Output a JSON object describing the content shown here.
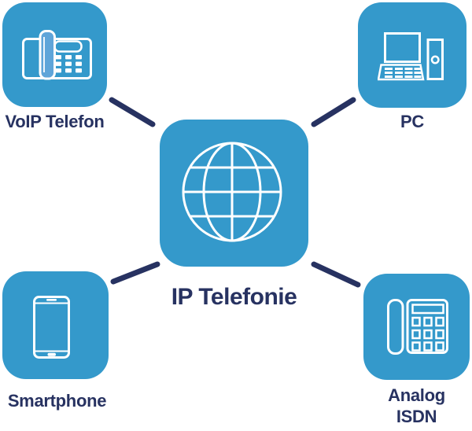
{
  "diagram": {
    "title": "IP Telefonie",
    "center": {
      "label": "IP Telefonie",
      "icon": "globe-icon"
    },
    "nodes": [
      {
        "id": "voip-telefon",
        "label": "VoIP Telefon",
        "icon": "voip-phone-icon",
        "position": "top-left"
      },
      {
        "id": "pc",
        "label": "PC",
        "icon": "pc-icon",
        "position": "top-right"
      },
      {
        "id": "smartphone",
        "label": "Smartphone",
        "icon": "smartphone-icon",
        "position": "bottom-left"
      },
      {
        "id": "analog-isdn",
        "label": "Analog ISDN",
        "label_lines": [
          "Analog",
          "ISDN"
        ],
        "icon": "analog-phone-icon",
        "position": "bottom-right"
      }
    ],
    "connections": [
      {
        "from": "VoIP Telefon",
        "to": "IP Telefonie"
      },
      {
        "from": "PC",
        "to": "IP Telefonie"
      },
      {
        "from": "Smartphone",
        "to": "IP Telefonie"
      },
      {
        "from": "Analog ISDN",
        "to": "IP Telefonie"
      }
    ],
    "colors": {
      "tile_blue": "#3499CB",
      "navy": "#273261",
      "icon_stroke": "#FFFFFF",
      "handset_light_blue": "#5FA5D9",
      "background": "#FFFFFF"
    }
  }
}
